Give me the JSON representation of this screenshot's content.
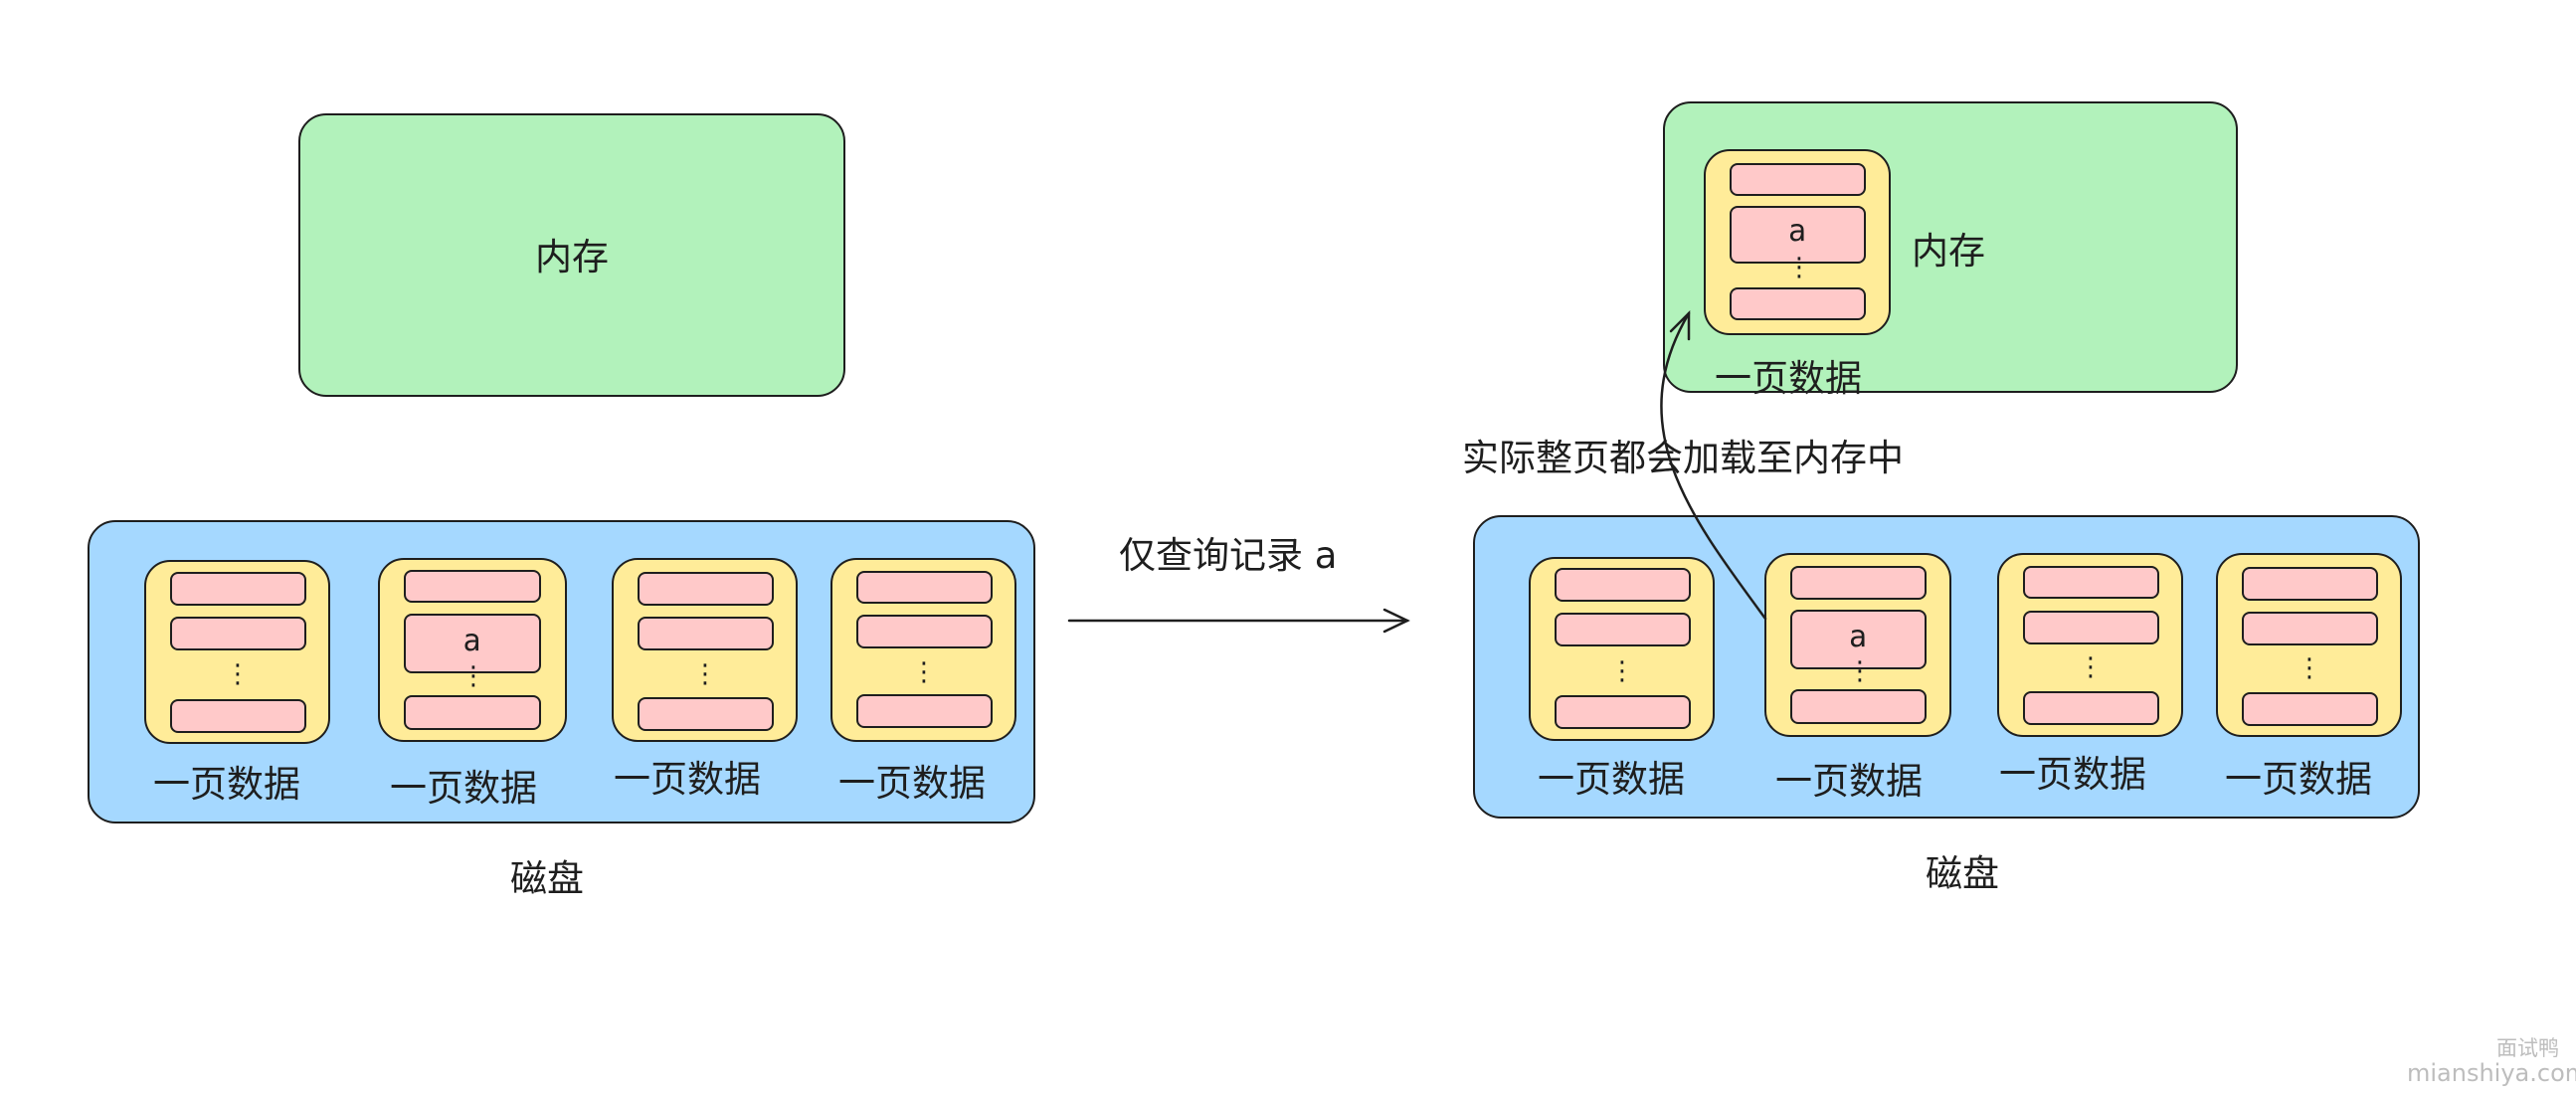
{
  "left": {
    "memory_label": "内存",
    "disk_label": "磁盘",
    "pages": [
      {
        "label": "一页数据",
        "record": ""
      },
      {
        "label": "一页数据",
        "record": "a"
      },
      {
        "label": "一页数据",
        "record": ""
      },
      {
        "label": "一页数据",
        "record": ""
      }
    ]
  },
  "center": {
    "query_text": "仅查询记录 a"
  },
  "right": {
    "memory_label": "内存",
    "memory_page": {
      "label": "一页数据",
      "record": "a"
    },
    "load_note": "实际整页都会加载至内存中",
    "disk_label": "磁盘",
    "pages": [
      {
        "label": "一页数据",
        "record": ""
      },
      {
        "label": "一页数据",
        "record": "a"
      },
      {
        "label": "一页数据",
        "record": ""
      },
      {
        "label": "一页数据",
        "record": ""
      }
    ]
  },
  "watermark": {
    "line1": "面试鸭",
    "line2": "mianshiya.com"
  },
  "colors": {
    "memory": "#b2f2bb",
    "disk": "#a5d8ff",
    "page": "#ffec99",
    "row": "#ffc9c9",
    "stroke": "#1e1e1e"
  }
}
